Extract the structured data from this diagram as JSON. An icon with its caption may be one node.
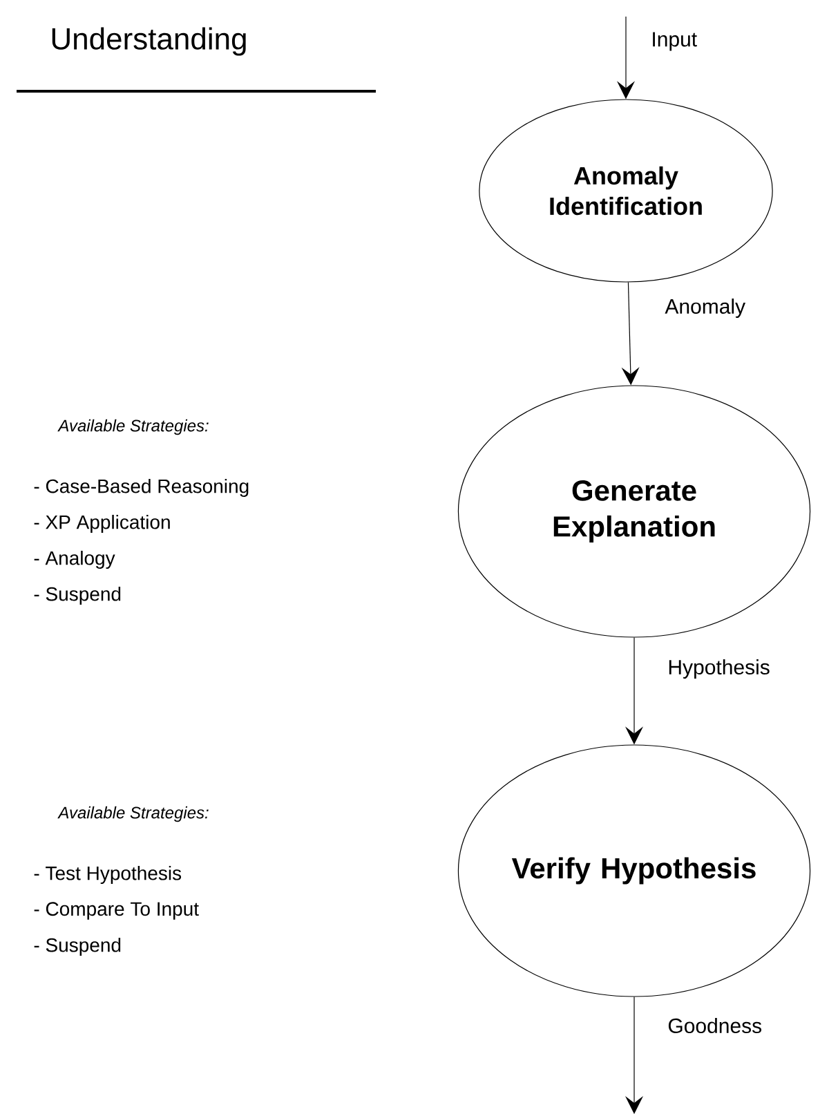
{
  "diagram": {
    "title": "Understanding",
    "nodes": [
      {
        "text": [
          "Anomaly Identification"
        ]
      },
      {
        "text": [
          "Generate Explanation"
        ]
      },
      {
        "text": [
          "Verify Hypothesis"
        ]
      }
    ],
    "edges": [
      {
        "from": null,
        "to": 0,
        "arrow": "to",
        "label": "Input"
      },
      {
        "from": 0,
        "to": 1,
        "arrow": "to",
        "label": "Anomaly"
      },
      {
        "from": 1,
        "to": 2,
        "arrow": "to",
        "label": "Hypothesis"
      },
      {
        "from": 2,
        "to": null,
        "arrow": "to",
        "label": "Goodness"
      }
    ],
    "labels": [
      "Available Strategies:",
      "- Case-Based Reasoning",
      "- XP Application",
      "- Analogy",
      "- Suspend",
      "Available Strategies:",
      "- Test Hypothesis",
      "- Compare To Input",
      "- Suspend"
    ]
  }
}
